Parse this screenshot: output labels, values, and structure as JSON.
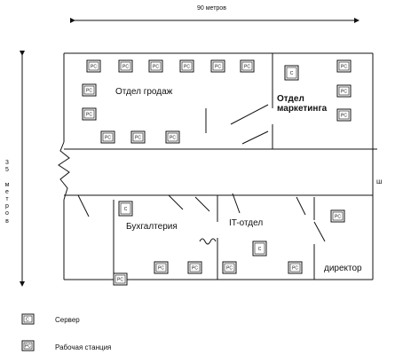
{
  "dimensions": {
    "width_label": "90 метров",
    "height_label": "35 метров"
  },
  "rooms": {
    "sales": "Отдел гродаж",
    "marketing": "Отдел\nмаркетинга",
    "accounting": "Бухгалтерия",
    "it": "IT-отдел",
    "director": "директор"
  },
  "corridor_mark": "ш",
  "device_labels": {
    "server": "С",
    "workstation": "PC"
  },
  "legend": {
    "server": "Сервер",
    "workstation": "Рабочая станция"
  }
}
